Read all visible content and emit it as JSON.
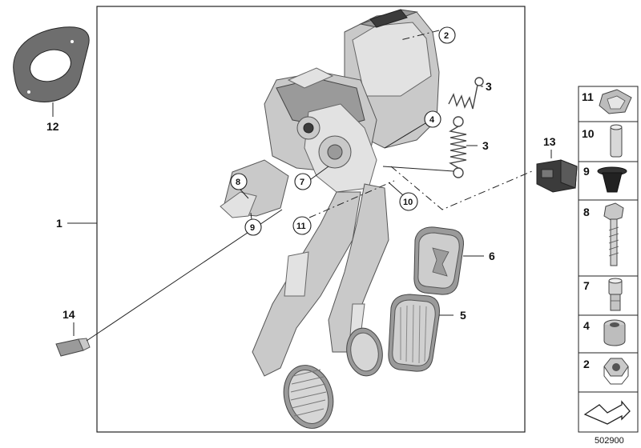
{
  "diagram_number": "502900",
  "callouts": {
    "c1": "1",
    "c2": "2",
    "c3a": "3",
    "c3b": "3",
    "c4": "4",
    "c5": "5",
    "c6": "6",
    "c7": "7",
    "c8": "8",
    "c9": "9",
    "c10": "10",
    "c11": "11",
    "c12": "12",
    "c13": "13",
    "c14": "14"
  },
  "legend": {
    "items": [
      {
        "number": "11",
        "icon": "clip-icon"
      },
      {
        "number": "10",
        "icon": "pin-icon"
      },
      {
        "number": "9",
        "icon": "grommet-icon"
      },
      {
        "number": "8",
        "icon": "screw-icon"
      },
      {
        "number": "7",
        "icon": "bolt-icon"
      },
      {
        "number": "4",
        "icon": "bushing-icon"
      },
      {
        "number": "2",
        "icon": "hex-nut-icon"
      }
    ],
    "footer_icon": "continue-arrow-icon"
  }
}
